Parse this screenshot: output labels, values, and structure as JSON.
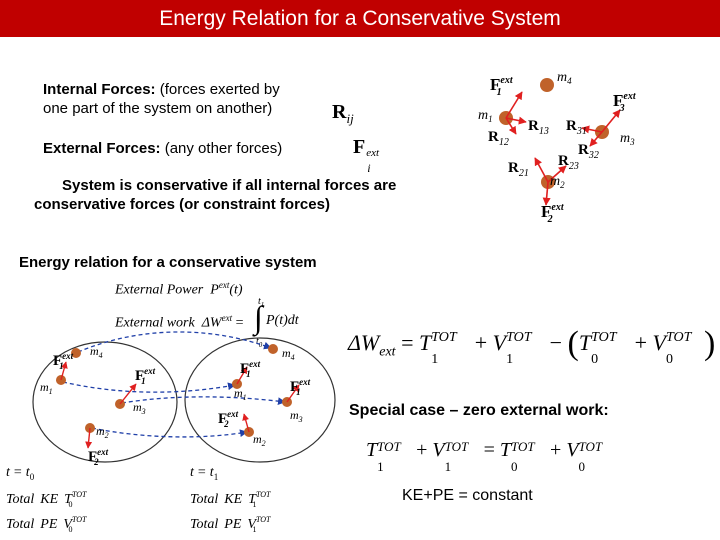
{
  "title": "Energy Relation for a Conservative System",
  "internal": {
    "label": "Internal Forces:",
    "desc1": " (forces exerted by",
    "desc2": "one part of the system on another)",
    "symbol": "R",
    "sub": "ij"
  },
  "external": {
    "label": "External Forces:",
    "desc": " (any other forces)",
    "symbol": "F",
    "sup": "ext",
    "sub": "i"
  },
  "conservative": {
    "line1": "System is conservative if all internal forces are",
    "line2": "conservative forces (or constraint forces)"
  },
  "energy_heading": "Energy relation for a conservative system",
  "work_defs": {
    "power_label": "External Power",
    "power_expr": "P",
    "power_sup": "ext",
    "power_arg": "(t)",
    "work_label": "External work",
    "work_expr": "ΔW",
    "work_sup": "ext",
    "work_eq": "=",
    "int_upper": "t",
    "int_upper_sub": "1",
    "int_lower": "t",
    "int_lower_sub": "0",
    "integrand": "P(t)dt"
  },
  "main_equation": {
    "lhs": "ΔW",
    "lhs_sub": "ext",
    "eq": "=",
    "t1": "T",
    "t1_sub": "1",
    "tot": "TOT",
    "plus": "+",
    "v1": "V",
    "v1_sub": "1",
    "minus": "−",
    "t0": "T",
    "t0_sub": "0",
    "v0": "V",
    "v0_sub": "0"
  },
  "special_case": "Special case – zero external work:",
  "special_equation": {
    "t1": "T",
    "t1_sub": "1",
    "tot": "TOT",
    "plus": "+",
    "v1": "V",
    "v1_sub": "1",
    "eq": "=",
    "t0": "T",
    "t0_sub": "0",
    "v0": "V",
    "v0_sub": "0"
  },
  "ke_pe": "KE+PE = constant",
  "top_diagram": {
    "F1": "F",
    "F1_sup": "ext",
    "F1_sub": "1",
    "F2": "F",
    "F2_sup": "ext",
    "F2_sub": "2",
    "F3": "F",
    "F3_sup": "ext",
    "F3_sub": "3",
    "m1": "m",
    "m1_sub": "1",
    "m2": "m",
    "m2_sub": "2",
    "m3": "m",
    "m3_sub": "3",
    "m4": "m",
    "m4_sub": "4",
    "R12": "R",
    "R12_sub": "12",
    "R13": "R",
    "R13_sub": "13",
    "R21": "R",
    "R21_sub": "21",
    "R23": "R",
    "R23_sub": "23",
    "R31": "R",
    "R31_sub": "31",
    "R32": "R",
    "R32_sub": "32"
  },
  "bottom_diagram": {
    "m": "m",
    "F": "F",
    "ext": "ext",
    "s1": "1",
    "s2": "2",
    "s3": "3",
    "s4": "4",
    "t_label": "t",
    "t0_sub": "0",
    "t1_sub": "1",
    "eq": "=",
    "total": "Total",
    "ke": "KE",
    "pe": "PE",
    "T": "T",
    "V": "V",
    "tot": "TOT"
  },
  "colors": {
    "title_bg": "#c00000",
    "mass": "#c0622a",
    "arrow": "#e02020",
    "dashed": "#1f3fa8"
  }
}
